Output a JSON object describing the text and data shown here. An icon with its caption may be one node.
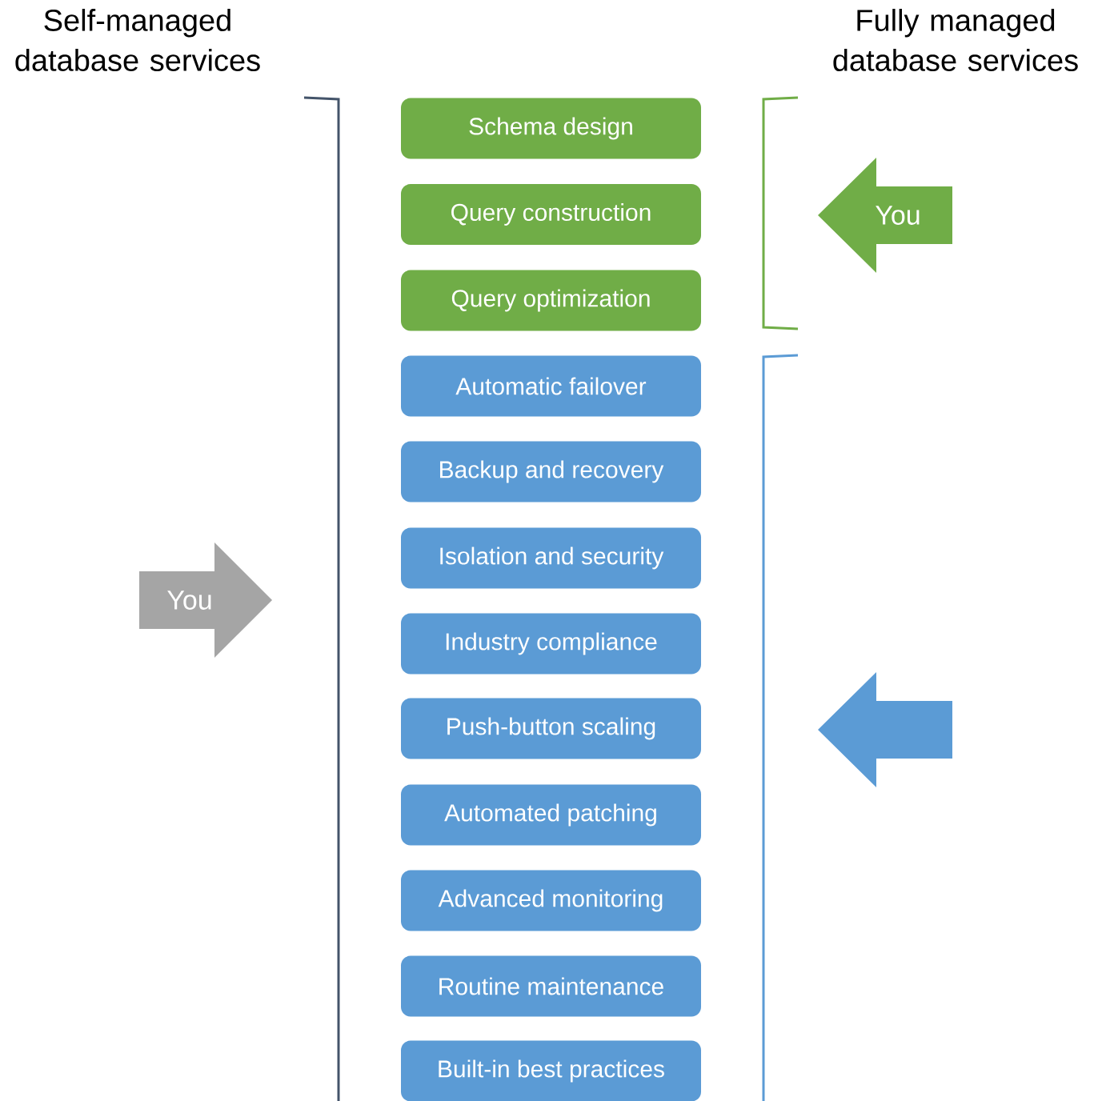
{
  "diagram": {
    "nodes": [
      {
        "text": [
          "Schema design"
        ]
      },
      {
        "text": [
          "Query construction"
        ]
      },
      {
        "text": [
          "Query optimization"
        ]
      },
      {
        "text": [
          "Automatic failover"
        ]
      },
      {
        "text": [
          "Backup and recovery"
        ]
      },
      {
        "text": [
          "Isolation and security"
        ]
      },
      {
        "text": [
          "Industry compliance"
        ]
      },
      {
        "text": [
          "Push-button scaling"
        ]
      },
      {
        "text": [
          "Automated patching"
        ]
      },
      {
        "text": [
          "Advanced monitoring"
        ]
      },
      {
        "text": [
          "Routine maintenance"
        ]
      },
      {
        "text": [
          "Built-in best practices"
        ]
      },
      {
        "text": [
          "You"
        ]
      },
      {
        "text": [
          "You"
        ]
      },
      {
        "text": [],
        "shape": "arrow"
      }
    ],
    "labels": [
      "Self-managed database services",
      "Fully managed database services"
    ]
  }
}
